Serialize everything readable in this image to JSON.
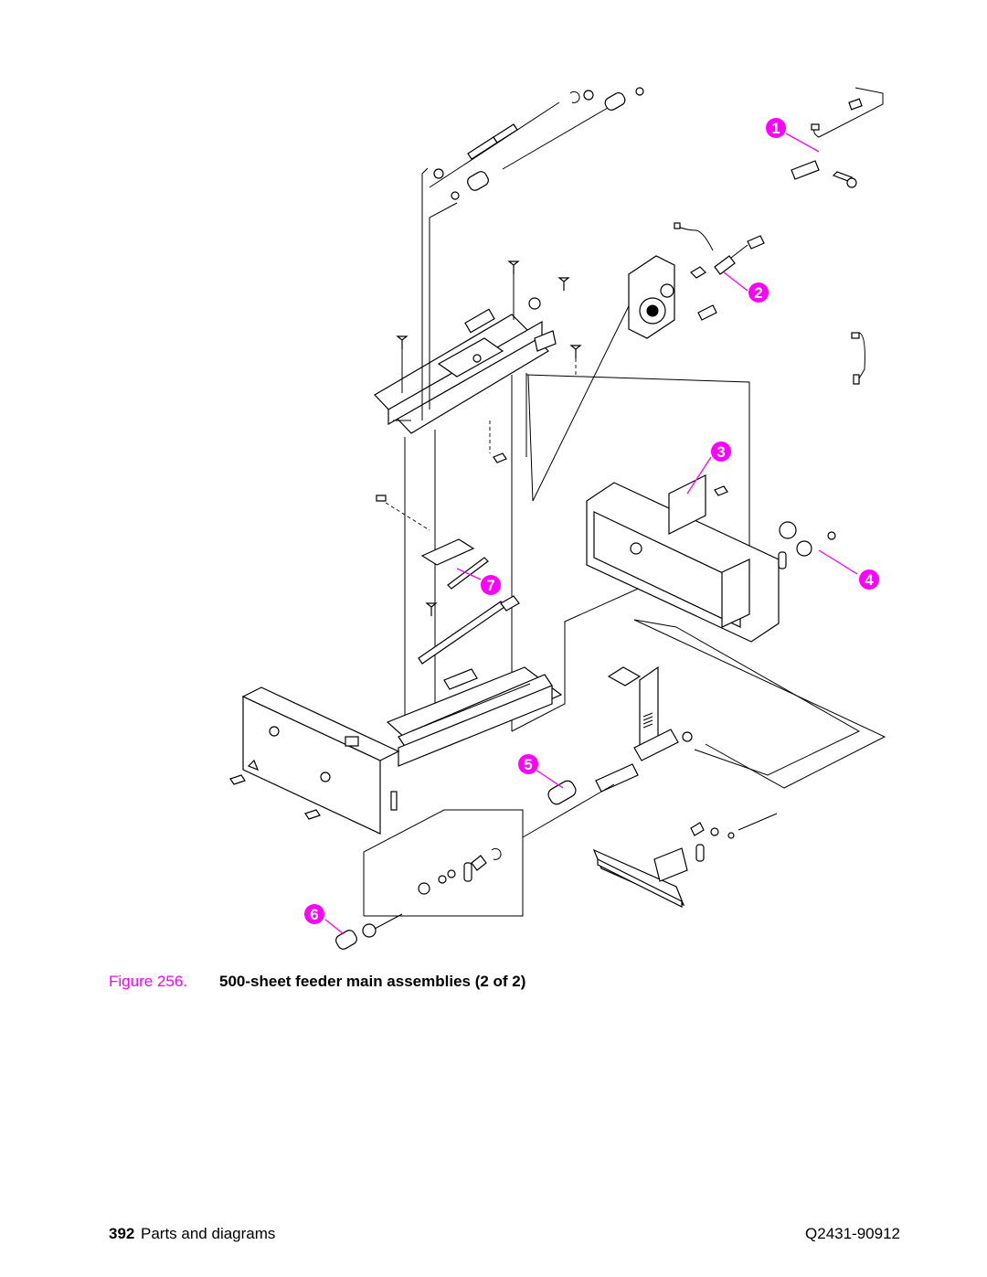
{
  "figure": {
    "label": "Figure 256.",
    "title": "500-sheet feeder main assemblies (2 of 2)"
  },
  "callouts": [
    "1",
    "2",
    "3",
    "4",
    "5",
    "6",
    "7"
  ],
  "footer": {
    "page_number": "392",
    "section": "Parts and diagrams",
    "document_id": "Q2431-90912"
  },
  "colors": {
    "accent": "#ff00ff",
    "line": "#000000",
    "background": "#ffffff"
  }
}
